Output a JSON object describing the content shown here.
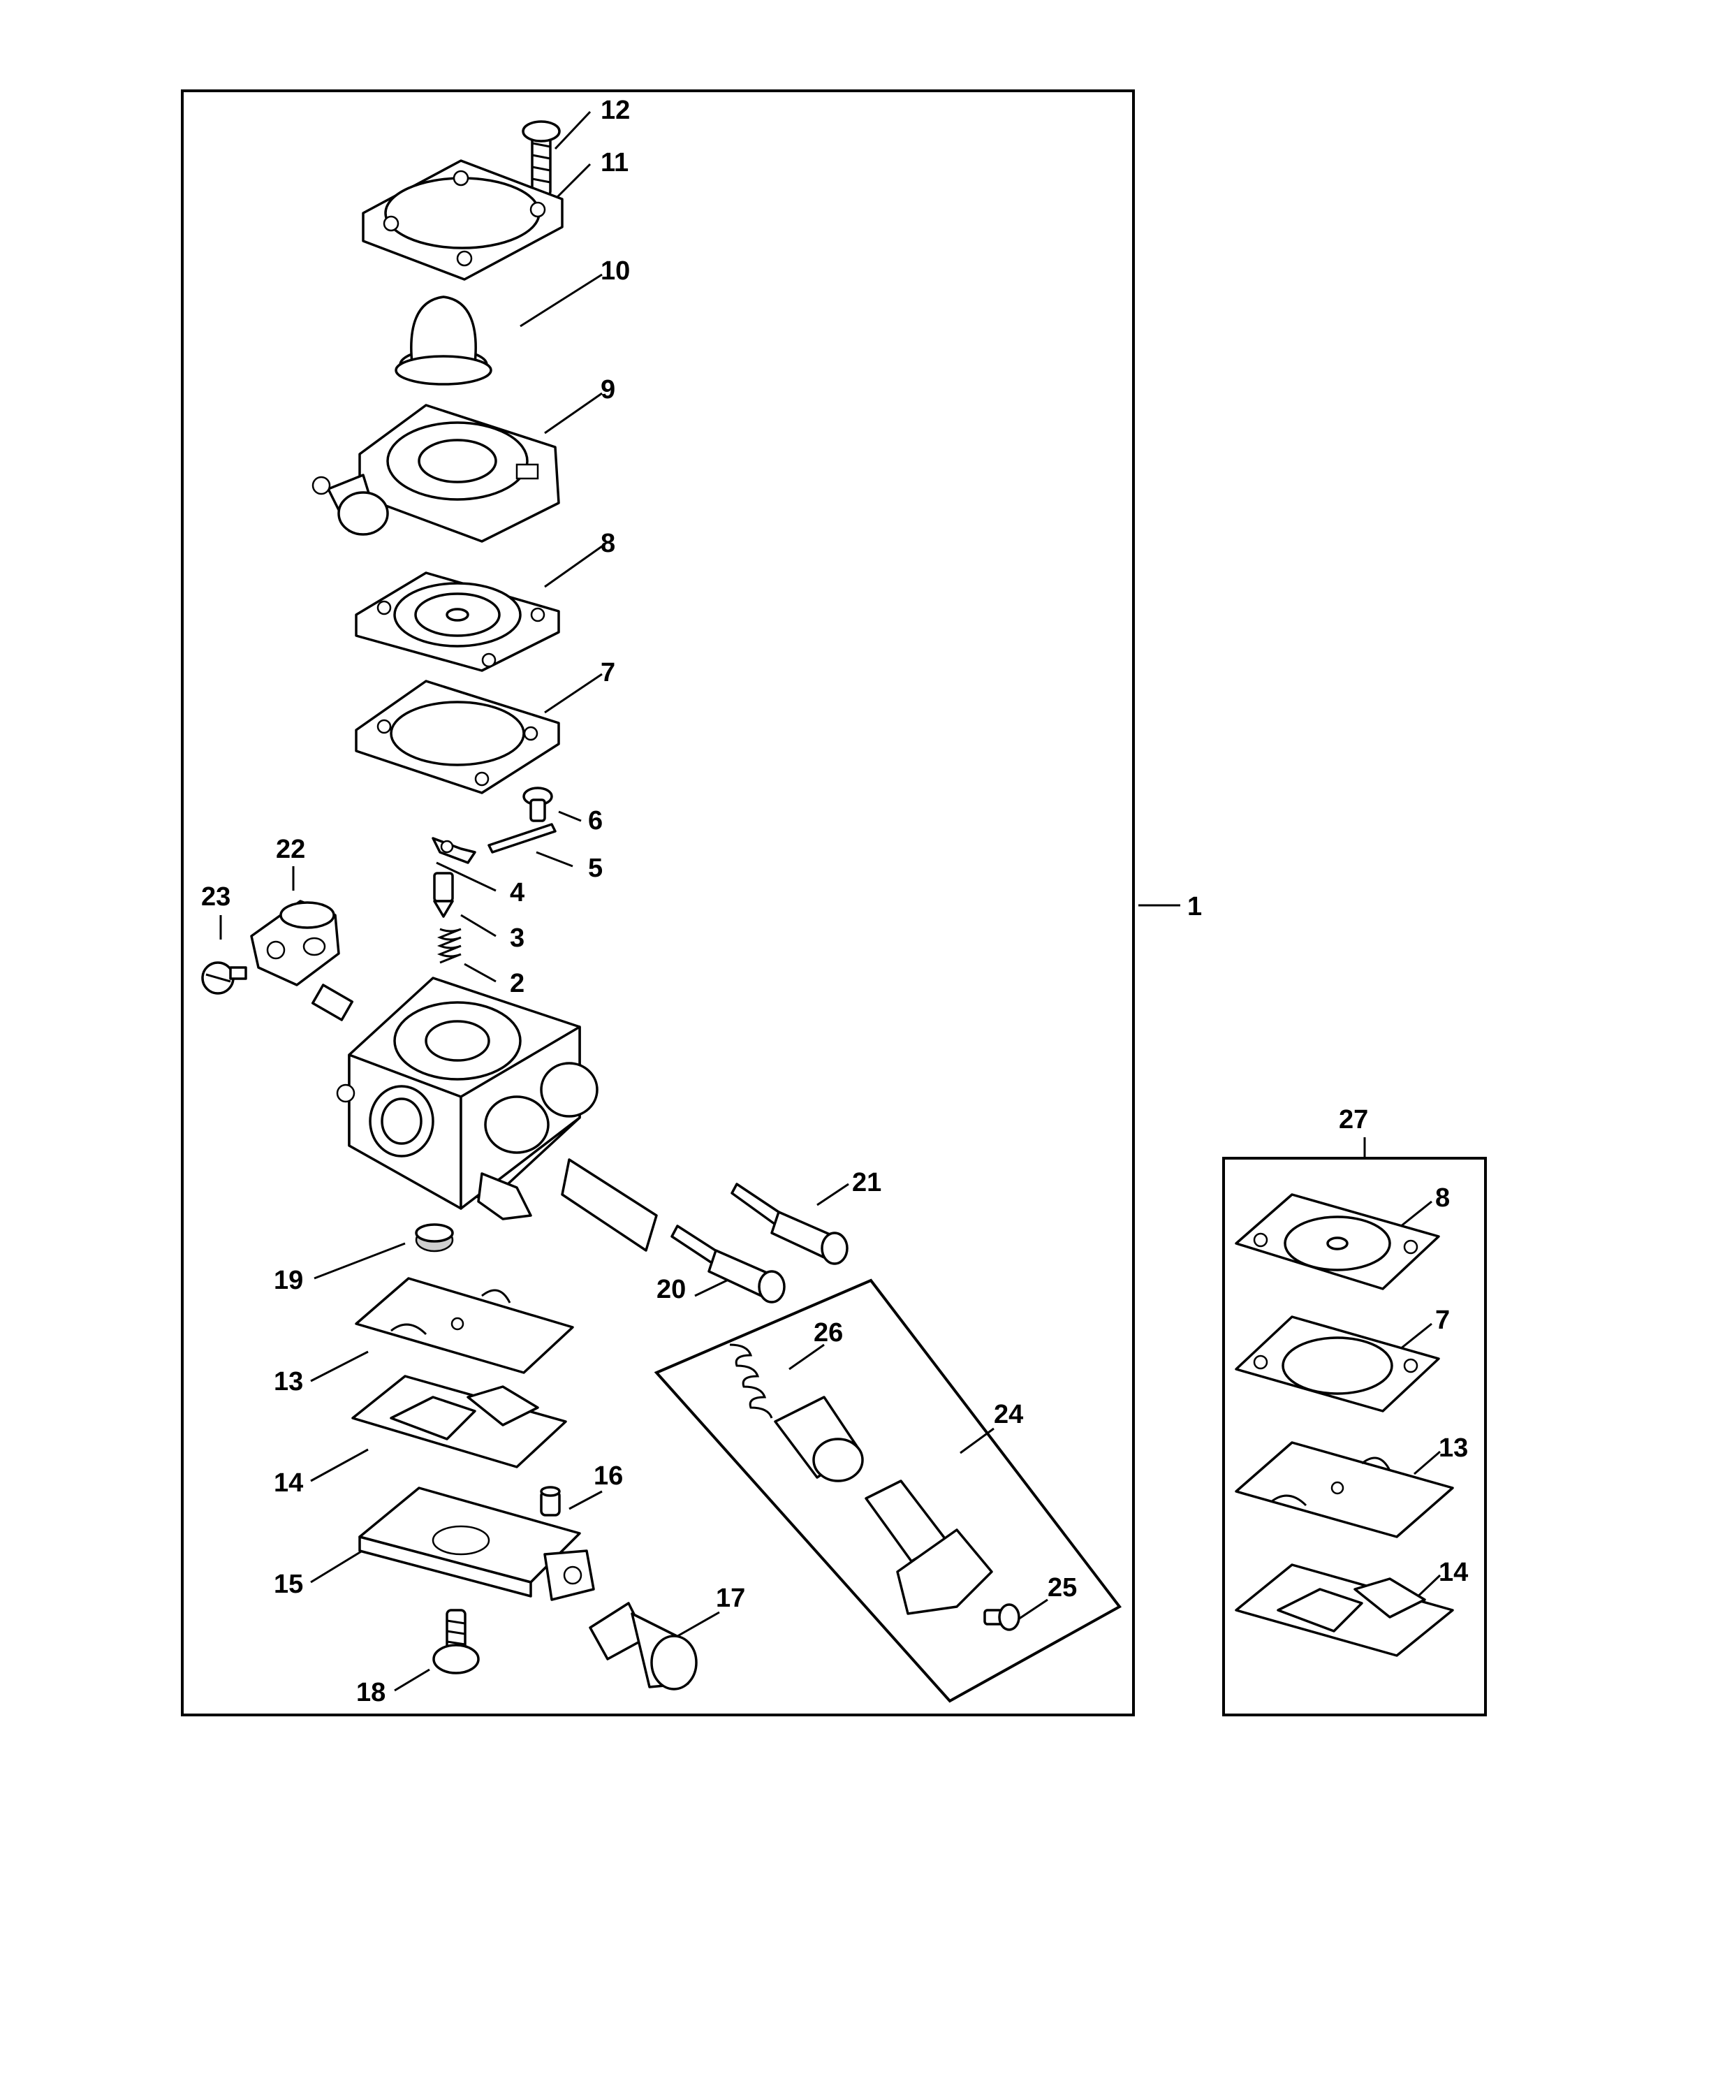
{
  "callouts": {
    "c1": "1",
    "c2": "2",
    "c3": "3",
    "c4": "4",
    "c5": "5",
    "c6": "6",
    "c7": "7",
    "c8": "8",
    "c9": "9",
    "c10": "10",
    "c11": "11",
    "c12": "12",
    "c13": "13",
    "c14": "14",
    "c15": "15",
    "c16": "16",
    "c17": "17",
    "c18": "18",
    "c19": "19",
    "c20": "20",
    "c21": "21",
    "c22": "22",
    "c23": "23",
    "c24": "24",
    "c25": "25",
    "c26": "26",
    "c27": "27",
    "k8": "8",
    "k7": "7",
    "k13": "13",
    "k14": "14"
  }
}
